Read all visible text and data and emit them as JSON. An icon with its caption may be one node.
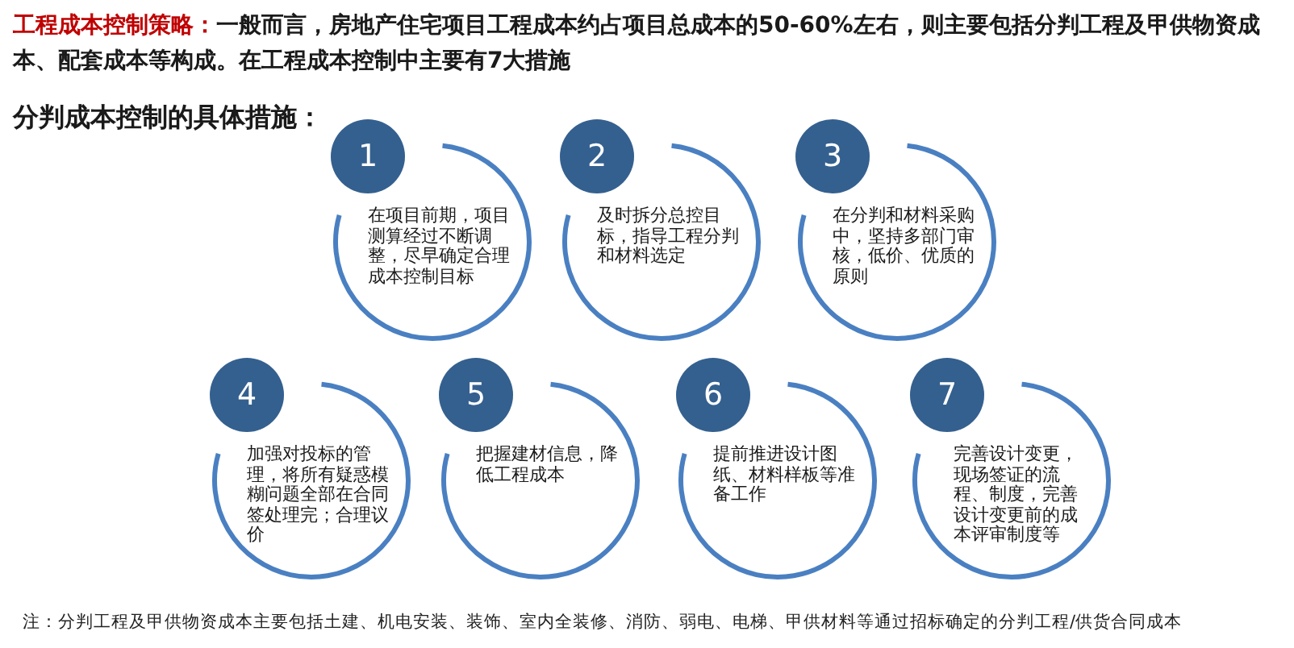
{
  "diagram": {
    "title": "**工程成本控制策略：**一般而言，房地产住宅项目工程成本约占项目总成本的50-60%左右，则主要包括分判工程及甲供物资成本、配套成本等构成。在工程成本控制中主要有7大措施",
    "caption": "注：分判工程及甲供物资成本主要包括土建、机电安装、装饰、室内全装修、消防、弱电、电梯、甲供材料等通过招标确定的分判工程/供货合同成本",
    "nodes": [
      {
        "text": [
          "1"
        ]
      },
      {
        "text": [
          "在项目前期，项目测算经过不断调整，尽早确定合理成本控制目标"
        ]
      },
      {
        "text": [
          "2"
        ]
      },
      {
        "text": [
          "及时拆分总控目标，指导工程分判和材料选定"
        ]
      },
      {
        "text": [
          "3"
        ]
      },
      {
        "text": [
          "在分判和材料采购中，坚持多部门审核，低价、优质的原则"
        ]
      },
      {
        "text": [
          "4"
        ]
      },
      {
        "text": [
          "加强对投标的管理，将所有疑惑模糊问题全部在合同签处理完；合理议价"
        ]
      },
      {
        "text": [
          "5"
        ]
      },
      {
        "text": [
          "把握建材信息，降低工程成本"
        ]
      },
      {
        "text": [
          "6"
        ]
      },
      {
        "text": [
          "提前推进设计图纸、材料样板等准备工作"
        ]
      },
      {
        "text": [
          "7"
        ]
      },
      {
        "text": [
          "完善设计变更，现场签证的流程、制度，完善设计变更前的成本评审制度等"
        ]
      }
    ],
    "labels": [
      "分判成本控制的具体措施："
    ]
  }
}
